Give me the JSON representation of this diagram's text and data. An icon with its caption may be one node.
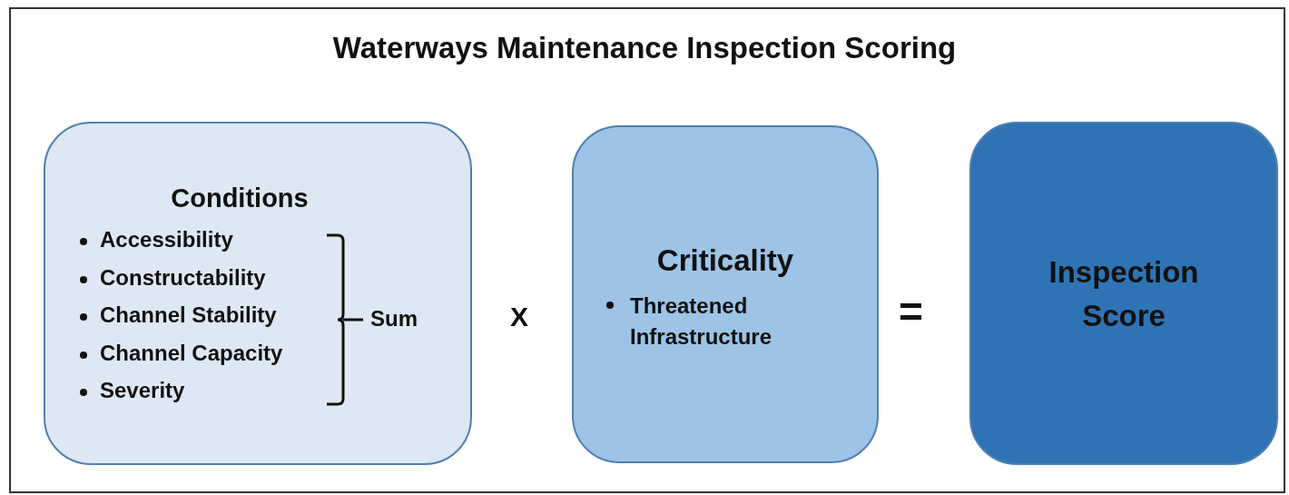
{
  "diagram": {
    "title": "Waterways Maintenance Inspection Scoring",
    "nodes": [
      {
        "text": [
          "Conditions",
          "Accessibility",
          "Constructability",
          "Channel Stability",
          "Channel Capacity",
          "Severity",
          "Sum"
        ]
      },
      {
        "text": [
          "Criticality",
          "Threatened Infrastructure"
        ]
      },
      {
        "text": [
          "Inspection Score"
        ]
      }
    ],
    "labels": [
      "X",
      "="
    ]
  }
}
